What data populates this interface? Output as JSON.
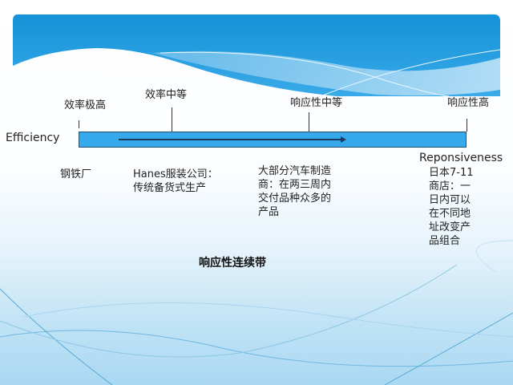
{
  "diagram": {
    "title": "响应性连续带",
    "left_axis_label": "Efficiency",
    "right_axis_label": "Reponsiveness",
    "scale_labels": [
      {
        "label": "效率极高",
        "position": "start"
      },
      {
        "label": "效率中等",
        "position": "quarter"
      },
      {
        "label": "响应性中等",
        "position": "mid-right"
      },
      {
        "label": "响应性高",
        "position": "end"
      }
    ],
    "examples": [
      {
        "text": "钢铁厂"
      },
      {
        "line1": "Hanes服装公司：",
        "line2": "传统备货式生产"
      },
      {
        "line1": "大部分汽车制造",
        "line2": "商：在两三周内",
        "line3": "交付品种众多的",
        "line4": "产品"
      },
      {
        "line1": "日本7-11",
        "line2": "商店：一",
        "line3": "日内可以",
        "line4": "在不同地",
        "line5": "址改变产",
        "line6": "品组合"
      }
    ],
    "colors": {
      "bar_fill": "#36a9ec",
      "bar_border": "#27506e",
      "header_blue": "#1a96dc"
    }
  }
}
